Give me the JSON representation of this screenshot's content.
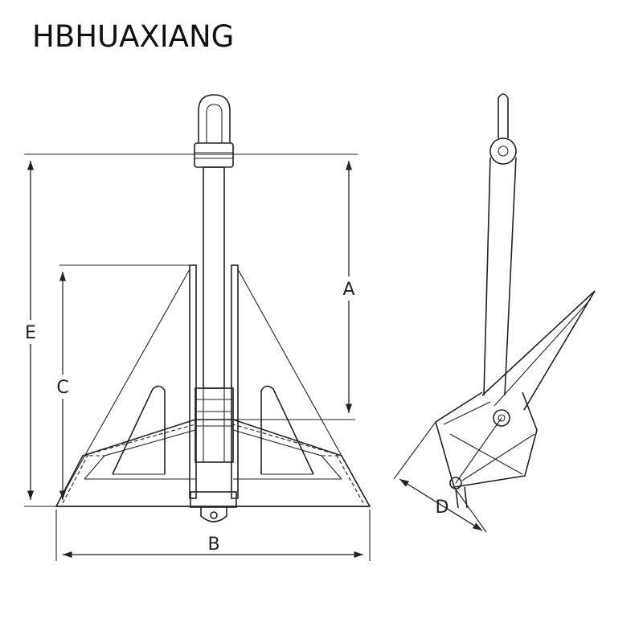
{
  "brand": "HBHUAXIANG",
  "dimension_labels": {
    "a": "A",
    "b": "B",
    "c": "C",
    "d": "D",
    "e": "E"
  }
}
